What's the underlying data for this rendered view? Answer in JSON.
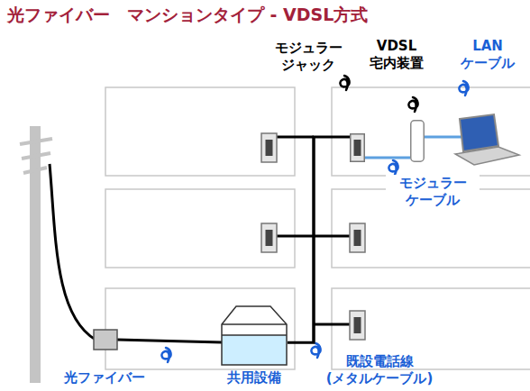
{
  "diagram": {
    "title": "光ファイバー　マンションタイプ - VDSL方式",
    "nodes": [
      {
        "text": [
          "モジュラー ジャック"
        ]
      },
      {
        "text": [
          "VDSL 宅内装置"
        ]
      },
      {
        "text": [
          "共用設備"
        ]
      }
    ],
    "edges": [
      {
        "from": 2,
        "to": 0,
        "arrow": "none"
      },
      {
        "from": 0,
        "to": 1,
        "arrow": "none"
      }
    ],
    "labels": [
      "光ファイバー",
      "既設電話線 (メタルケーブル)",
      "モジュラー ケーブル",
      "LAN ケーブル"
    ]
  }
}
